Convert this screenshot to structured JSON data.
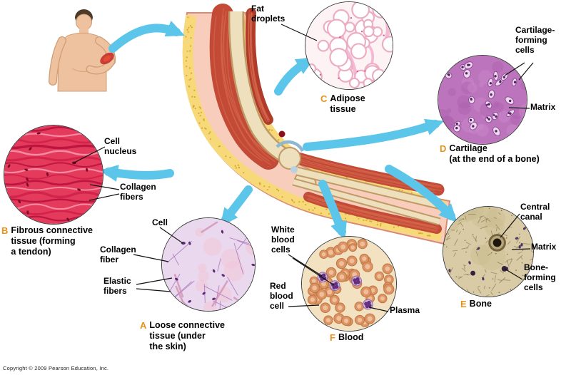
{
  "copyright": "Copyright © 2009 Pearson Education, Inc.",
  "colors": {
    "arrow": "#5cc6ea",
    "letter": "#e8921c"
  },
  "insets": {
    "adipose": {
      "letter": "C",
      "name": "Adipose\ntissue"
    },
    "cartilage": {
      "letter": "D",
      "name": "Cartilage\n(at the end of a bone)"
    },
    "fibrous": {
      "letter": "B",
      "name": "Fibrous connective\ntissue (forming\na tendon)"
    },
    "loose": {
      "letter": "A",
      "name": "Loose connective\ntissue (under\nthe skin)"
    },
    "bone": {
      "letter": "E",
      "name": "Bone"
    },
    "blood": {
      "letter": "F",
      "name": "Blood"
    }
  },
  "callouts": {
    "fat_droplets": "Fat\ndroplets",
    "cartilage_forming_cells": "Cartilage-\nforming\ncells",
    "matrix_cartilage": "Matrix",
    "cell_nucleus": "Cell\nnucleus",
    "collagen_fibers": "Collagen\nfibers",
    "cell": "Cell",
    "collagen_fiber": "Collagen\nfiber",
    "elastic_fibers": "Elastic\nfibers",
    "white_blood_cells": "White\nblood\ncells",
    "red_blood_cell": "Red\nblood\ncell",
    "plasma": "Plasma",
    "central_canal": "Central\ncanal",
    "matrix_bone": "Matrix",
    "bone_forming_cells": "Bone-\nforming\ncells"
  }
}
